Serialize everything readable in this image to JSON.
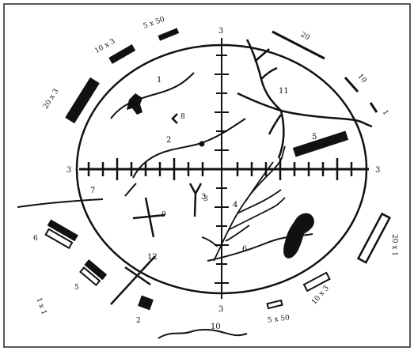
{
  "diagram": {
    "axis_labels": {
      "top": "3",
      "bottom": "3",
      "left": "3",
      "right": "3",
      "inner": "3"
    },
    "feature_numbers": {
      "n1": "1",
      "n2": "2",
      "n3": "3",
      "n4": "4",
      "n5": "5",
      "n6": "6",
      "n7": "7",
      "n8": "8",
      "n9": "9",
      "n10": "10",
      "n11": "11",
      "n12": "12"
    },
    "scale_labels": {
      "s20x3": "20 x 3",
      "s10x3": "10 x 3",
      "s5x50_top": "5 x 50",
      "s20_top": "20",
      "s10_right": "10",
      "s1_right": "1",
      "s20x1": "20 x 1",
      "s10x3_bottom": "10 x 3",
      "s5x50_bottom": "5 x 50",
      "s1x1_left": "1 x 1",
      "s6_left": "6",
      "s5_left": "5",
      "s2_left": "2"
    }
  }
}
